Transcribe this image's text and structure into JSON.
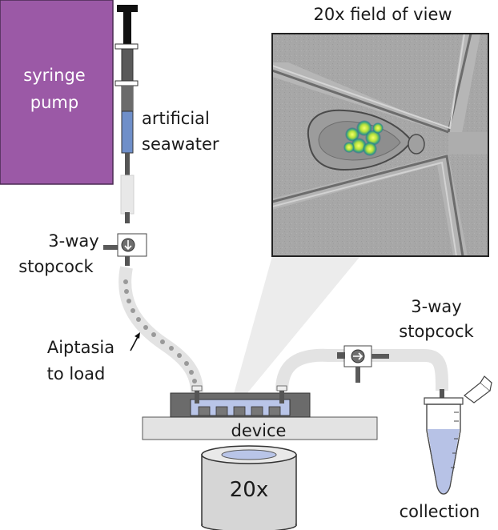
{
  "labels": {
    "syringe_pump_line1": "syringe",
    "syringe_pump_line2": "pump",
    "seawater_line1": "artificial",
    "seawater_line2": "seawater",
    "stopcock_left_line1": "3-way",
    "stopcock_left_line2": "stopcock",
    "aiptasia_line1": "Aiptasia",
    "aiptasia_line2": "to load",
    "field_of_view": "20x field of view",
    "stopcock_right_line1": "3-way",
    "stopcock_right_line2": "stopcock",
    "device": "device",
    "objective": "20x",
    "collection": "collection"
  },
  "colors": {
    "pump_fill": "#9b59a6",
    "seawater_blue": "#6f8fc9",
    "tube_gray": "#e6e6e6",
    "stage_gray": "#e3e3e3",
    "device_blue": "#b9c5e8",
    "micrograph_bg": "#a9a9a9",
    "fluorescence": "#c6e83a",
    "collection_liquid": "#b7c2e6"
  }
}
